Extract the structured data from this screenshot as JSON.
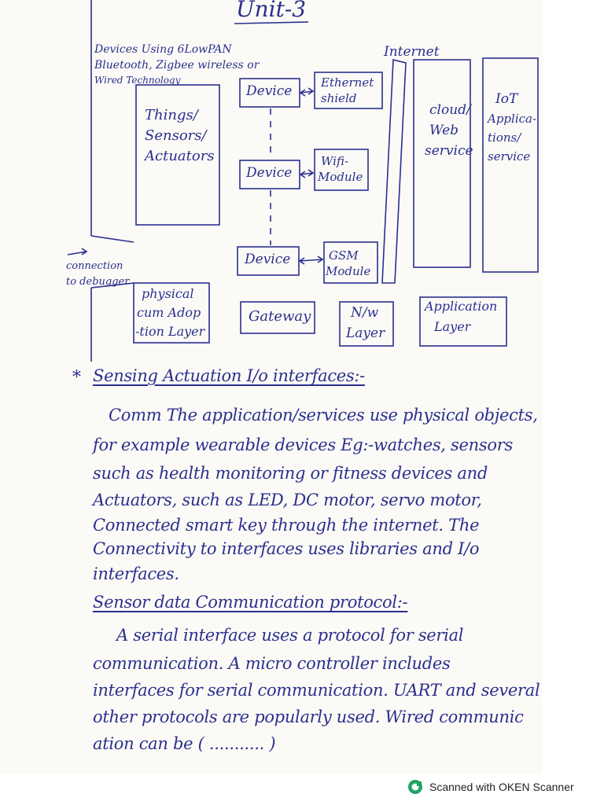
{
  "page": {
    "title": "Unit-3",
    "intro_note": [
      "Devices Using 6LowPAN",
      "Bluetooth, Zigbee wireless or",
      "Wired Technology"
    ],
    "internet_label": "Internet"
  },
  "diagram": {
    "things_box": [
      "Things/",
      "Sensors/",
      "Actuators"
    ],
    "devices": [
      {
        "device": "Device",
        "module": [
          "Ethernet",
          "shield"
        ]
      },
      {
        "device": "Device",
        "module": [
          "Wifi-",
          "Module"
        ]
      },
      {
        "device": "Device",
        "module": [
          "GSM",
          "Module"
        ]
      }
    ],
    "cloud_box": [
      "cloud/",
      "Web",
      "service"
    ],
    "iot_box": [
      "IoT",
      "Applica-",
      "tions/",
      "service"
    ],
    "connection_note": [
      "connection",
      "to debugger"
    ],
    "layers": [
      {
        "label": [
          "physical",
          "cum Adop",
          "-tion Layer"
        ]
      },
      {
        "label": [
          "Gateway"
        ]
      },
      {
        "label": [
          "N/w",
          "Layer"
        ]
      },
      {
        "label": [
          "Application",
          "Layer"
        ]
      }
    ]
  },
  "notes": {
    "section1_heading": "Sensing Actuation I/o interfaces:-",
    "section1_lines": [
      "Comm The application/services use physical objects,",
      "for example wearable devices Eg:-watches, sensors",
      "such as health monitoring or fitness devices and",
      "Actuators, such as LED, DC motor, servo motor,",
      "Connected smart key through the internet. The",
      "Connectivity to interfaces uses libraries and I/o",
      "interfaces."
    ],
    "section2_heading": "Sensor data Communication protocol:-",
    "section2_lines": [
      "A serial interface uses a protocol for serial",
      "communication. A micro controller includes",
      "interfaces for serial communication. UART and several",
      "other protocols are popularly used. Wired communic",
      "ation can be          ( ........... )"
    ]
  },
  "footer": {
    "scanner_text": "Scanned with OKEN Scanner",
    "brand_color": "#21a366"
  }
}
